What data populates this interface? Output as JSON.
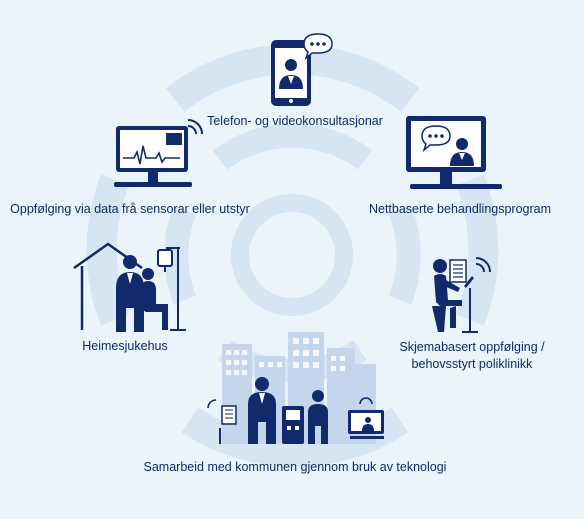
{
  "colors": {
    "background": "#eaf4fb",
    "ring": "#d5e5f1",
    "primary": "#12296b",
    "building": "#c4d5ec"
  },
  "center": {
    "rings": [
      "ring-outer",
      "ring-middle",
      "ring-inner"
    ]
  },
  "nodes": [
    {
      "id": "telefon",
      "label": "Telefon- og videokonsultasjonar",
      "icon": "smartphone-doctor-icon"
    },
    {
      "id": "nettbasert",
      "label": "Nettbaserte behandlingsprogram",
      "icon": "monitor-doctor-icon"
    },
    {
      "id": "sensorar",
      "label": "Oppfølging via data frå sensorar eller utstyr",
      "icon": "vital-signs-monitor-icon"
    },
    {
      "id": "heimesjukehus",
      "label": "Heimesjukehus",
      "icon": "home-hospital-icon"
    },
    {
      "id": "skjema",
      "label_line1": "Skjemabasert oppfølging /",
      "label_line2": "behovsstyrt poliklinikk",
      "icon": "person-at-tablet-icon"
    },
    {
      "id": "samarbeid",
      "label": "Samarbeid med kommunen gjennom bruk av teknologi",
      "icon": "city-collaboration-icon"
    }
  ]
}
